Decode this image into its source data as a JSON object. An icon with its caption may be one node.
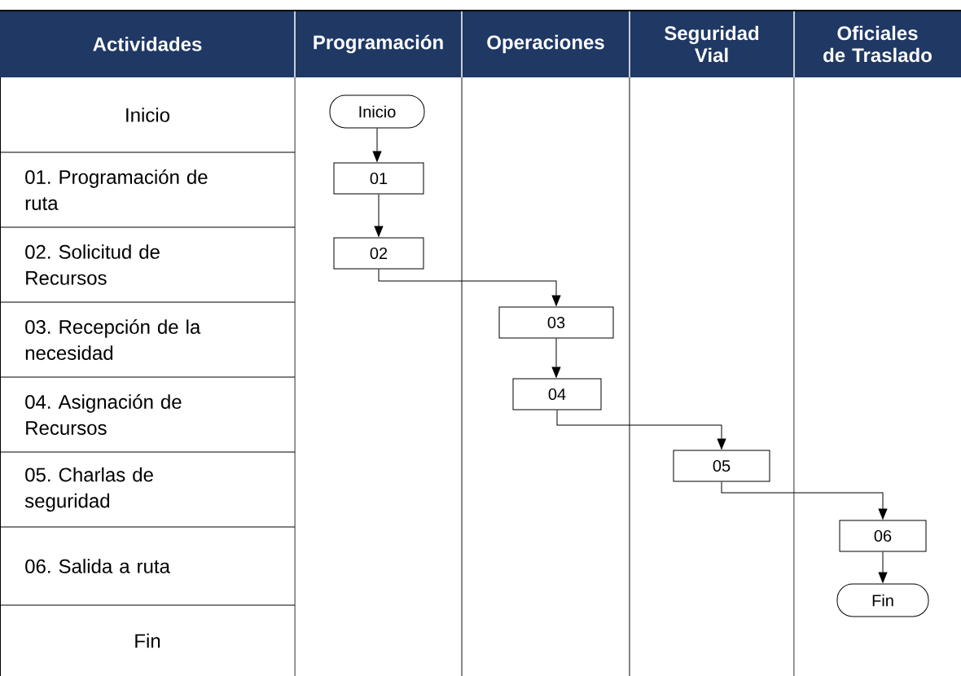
{
  "diagram": {
    "nodes": [
      {
        "text": [
          "Inicio"
        ]
      },
      {
        "text": [
          "01"
        ]
      },
      {
        "text": [
          "02"
        ]
      },
      {
        "text": [
          "03"
        ]
      },
      {
        "text": [
          "04"
        ]
      },
      {
        "text": [
          "05"
        ]
      },
      {
        "text": [
          "06"
        ]
      },
      {
        "text": [
          "Fin"
        ]
      }
    ],
    "edges": [
      {
        "from": 0,
        "to": 1,
        "arrow": "to"
      },
      {
        "from": 1,
        "to": 2,
        "arrow": "to"
      },
      {
        "from": 2,
        "to": 3,
        "arrow": "to"
      },
      {
        "from": 3,
        "to": 4,
        "arrow": "to"
      },
      {
        "from": 4,
        "to": 5,
        "arrow": "to"
      },
      {
        "from": 5,
        "to": 6,
        "arrow": "to"
      },
      {
        "from": 6,
        "to": 7,
        "arrow": "to"
      }
    ],
    "labels": [
      "Actividades",
      "Programación",
      "Operaciones",
      "Seguridad Vial",
      "Oficiales de Traslado",
      "Inicio",
      "01. Programación de ruta",
      "02. Solicitud de Recursos",
      "03. Recepción de la necesidad",
      "04. Asignación de Recursos",
      "05. Charlas de seguridad",
      "06. Salida a ruta",
      "Fin"
    ]
  }
}
